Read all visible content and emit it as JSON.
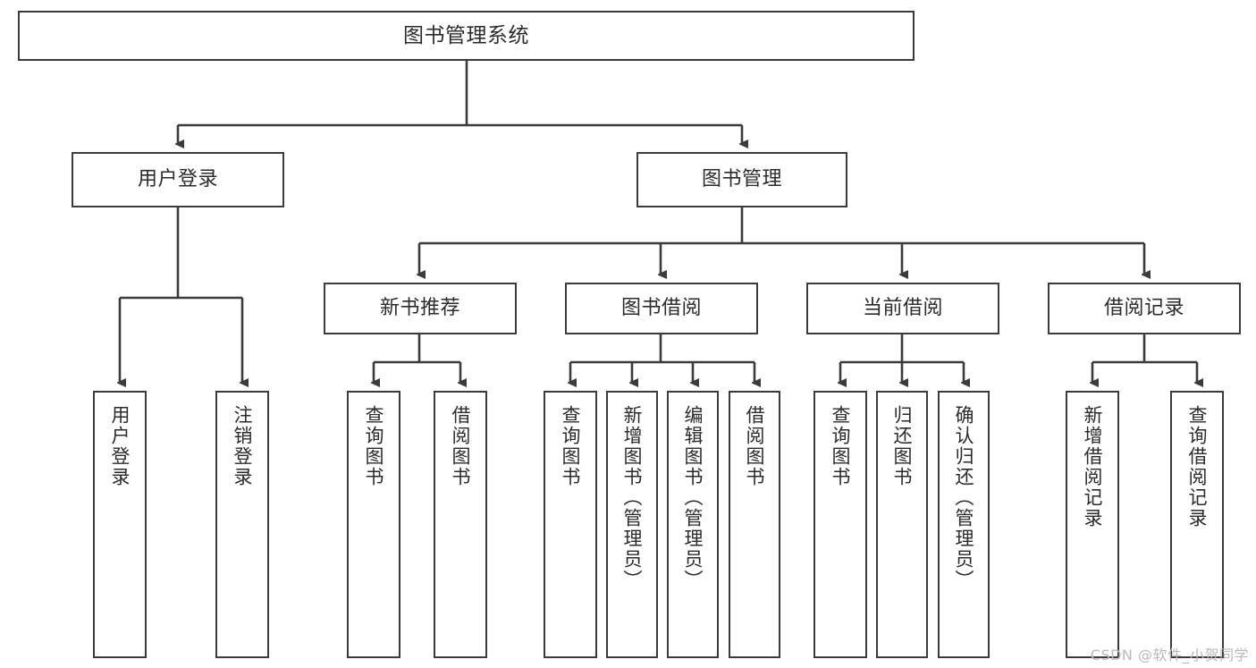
{
  "diagram": {
    "type": "tree",
    "title": "图书管理系统",
    "colors": {
      "box_border": "#3b3b3b",
      "box_fill": "#ffffff",
      "text": "#2b2b2b",
      "connector": "#3b3b3b",
      "watermark": "#b9b9b9",
      "background": "#ffffff"
    },
    "nodes": {
      "root": {
        "label": "图书管理系统"
      },
      "level2": [
        {
          "label": "用户登录"
        },
        {
          "label": "图书管理"
        }
      ],
      "level3": [
        {
          "label": "新书推荐"
        },
        {
          "label": "图书借阅"
        },
        {
          "label": "当前借阅"
        },
        {
          "label": "借阅记录"
        }
      ],
      "leaves": {
        "user_login": [
          {
            "label": "用户登录"
          },
          {
            "label": "注销登录"
          }
        ],
        "new_book_recommend": [
          {
            "label": "查询图书"
          },
          {
            "label": "借阅图书"
          }
        ],
        "book_borrow": [
          {
            "label": "查询图书"
          },
          {
            "label": "新增图书（管理员）"
          },
          {
            "label": "编辑图书（管理员）"
          },
          {
            "label": "借阅图书"
          }
        ],
        "current_borrow": [
          {
            "label": "查询图书"
          },
          {
            "label": "归还图书"
          },
          {
            "label": "确认归还（管理员）"
          }
        ],
        "borrow_record": [
          {
            "label": "新增借阅记录"
          },
          {
            "label": "查询借阅记录"
          }
        ]
      }
    },
    "watermark": "CSDN @软件_小贺同学"
  }
}
